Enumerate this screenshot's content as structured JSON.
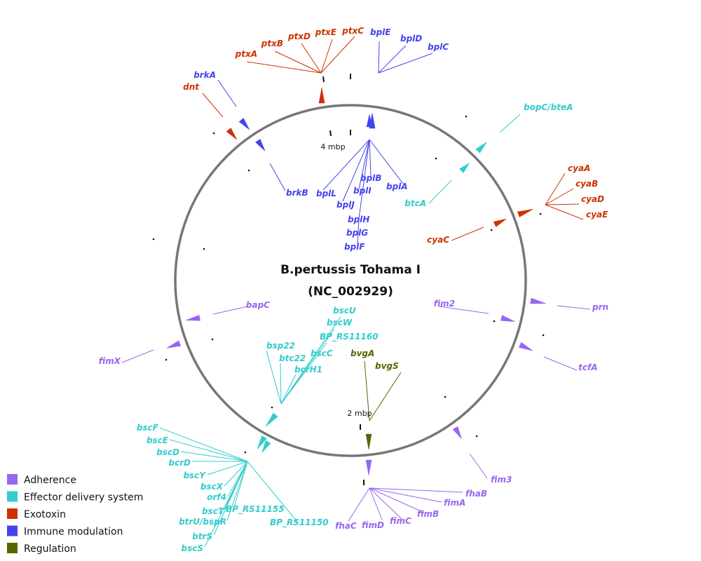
{
  "title": {
    "line1": "B.pertussis Tohama I",
    "line2": "(NC_002929)"
  },
  "scale_labels": [
    "4 mbp",
    "2 mbp"
  ],
  "colors": {
    "Adherence": "#9966ee",
    "Effector delivery system": "#33cccc",
    "Exotoxin": "#cc3300",
    "Immune modulation": "#4444ee",
    "Regulation": "#556600",
    "ring": "#777777"
  },
  "legend": [
    "Adherence",
    "Effector delivery system",
    "Exotoxin",
    "Immune modulation",
    "Regulation"
  ],
  "genes": [
    {
      "name": "ptxA",
      "category": "Exotoxin"
    },
    {
      "name": "ptxB",
      "category": "Exotoxin"
    },
    {
      "name": "ptxD",
      "category": "Exotoxin"
    },
    {
      "name": "ptxE",
      "category": "Exotoxin"
    },
    {
      "name": "ptxC",
      "category": "Exotoxin"
    },
    {
      "name": "bplE",
      "category": "Immune modulation"
    },
    {
      "name": "bplD",
      "category": "Immune modulation"
    },
    {
      "name": "bplC",
      "category": "Immune modulation"
    },
    {
      "name": "brkA",
      "category": "Immune modulation"
    },
    {
      "name": "dnt",
      "category": "Exotoxin"
    },
    {
      "name": "bopC/bteA",
      "category": "Effector delivery system"
    },
    {
      "name": "cyaA",
      "category": "Exotoxin"
    },
    {
      "name": "cyaB",
      "category": "Exotoxin"
    },
    {
      "name": "cyaD",
      "category": "Exotoxin"
    },
    {
      "name": "cyaE",
      "category": "Exotoxin"
    },
    {
      "name": "cyaC",
      "category": "Exotoxin"
    },
    {
      "name": "btcA",
      "category": "Effector delivery system"
    },
    {
      "name": "brkB",
      "category": "Immune modulation"
    },
    {
      "name": "bplL",
      "category": "Immune modulation"
    },
    {
      "name": "bplJ",
      "category": "Immune modulation"
    },
    {
      "name": "bplI",
      "category": "Immune modulation"
    },
    {
      "name": "bplB",
      "category": "Immune modulation"
    },
    {
      "name": "bplA",
      "category": "Immune modulation"
    },
    {
      "name": "bplH",
      "category": "Immune modulation"
    },
    {
      "name": "bplG",
      "category": "Immune modulation"
    },
    {
      "name": "bplF",
      "category": "Immune modulation"
    },
    {
      "name": "fim2",
      "category": "Adherence"
    },
    {
      "name": "prn",
      "category": "Adherence"
    },
    {
      "name": "tcfA",
      "category": "Adherence"
    },
    {
      "name": "bapC",
      "category": "Adherence"
    },
    {
      "name": "fimX",
      "category": "Adherence"
    },
    {
      "name": "bscU",
      "category": "Effector delivery system"
    },
    {
      "name": "bscW",
      "category": "Effector delivery system"
    },
    {
      "name": "BP_RS11160",
      "category": "Effector delivery system"
    },
    {
      "name": "bsp22",
      "category": "Effector delivery system"
    },
    {
      "name": "btc22",
      "category": "Effector delivery system"
    },
    {
      "name": "bscC",
      "category": "Effector delivery system"
    },
    {
      "name": "bcrH1",
      "category": "Effector delivery system"
    },
    {
      "name": "bvgA",
      "category": "Regulation"
    },
    {
      "name": "bvgS",
      "category": "Regulation"
    },
    {
      "name": "bscF",
      "category": "Effector delivery system"
    },
    {
      "name": "bscE",
      "category": "Effector delivery system"
    },
    {
      "name": "bscD",
      "category": "Effector delivery system"
    },
    {
      "name": "bcrD",
      "category": "Effector delivery system"
    },
    {
      "name": "bscY",
      "category": "Effector delivery system"
    },
    {
      "name": "bscX",
      "category": "Effector delivery system"
    },
    {
      "name": "orf4",
      "category": "Effector delivery system"
    },
    {
      "name": "bscT",
      "category": "Effector delivery system"
    },
    {
      "name": "BP_RS11155",
      "category": "Effector delivery system"
    },
    {
      "name": "btrU/bspR",
      "category": "Effector delivery system"
    },
    {
      "name": "BP_RS11150",
      "category": "Effector delivery system"
    },
    {
      "name": "btrS",
      "category": "Effector delivery system"
    },
    {
      "name": "bscS",
      "category": "Effector delivery system"
    },
    {
      "name": "fim3",
      "category": "Adherence"
    },
    {
      "name": "fhaB",
      "category": "Adherence"
    },
    {
      "name": "fimA",
      "category": "Adherence"
    },
    {
      "name": "fimB",
      "category": "Adherence"
    },
    {
      "name": "fimC",
      "category": "Adherence"
    },
    {
      "name": "fimD",
      "category": "Adherence"
    },
    {
      "name": "fhaC",
      "category": "Adherence"
    }
  ]
}
